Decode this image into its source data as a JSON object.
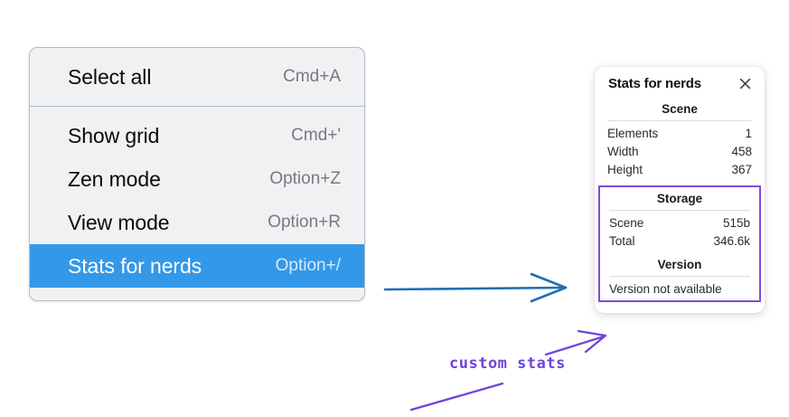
{
  "context_menu": {
    "groups": [
      {
        "items": [
          {
            "label": "Select all",
            "shortcut": "Cmd+A",
            "selected": false
          }
        ]
      },
      {
        "items": [
          {
            "label": "Show grid",
            "shortcut": "Cmd+'",
            "selected": false
          },
          {
            "label": "Zen mode",
            "shortcut": "Option+Z",
            "selected": false
          },
          {
            "label": "View mode",
            "shortcut": "Option+R",
            "selected": false
          },
          {
            "label": "Stats for nerds",
            "shortcut": "Option+/",
            "selected": true
          }
        ]
      }
    ],
    "highlight_color": "#3498e8"
  },
  "stats_panel": {
    "title": "Stats for nerds",
    "close_icon": "close-icon",
    "scene": {
      "title": "Scene",
      "rows": [
        {
          "key": "Elements",
          "value": "1"
        },
        {
          "key": "Width",
          "value": "458"
        },
        {
          "key": "Height",
          "value": "367"
        }
      ]
    },
    "storage": {
      "title": "Storage",
      "rows": [
        {
          "key": "Scene",
          "value": "515b"
        },
        {
          "key": "Total",
          "value": "346.6k"
        }
      ]
    },
    "version": {
      "title": "Version",
      "value": "Version not available"
    }
  },
  "annotations": {
    "blue_arrow_color": "#1f6fb2",
    "purple_color": "#6f45d8",
    "highlight_box_color": "#7c4ddb",
    "caption": "custom stats"
  }
}
